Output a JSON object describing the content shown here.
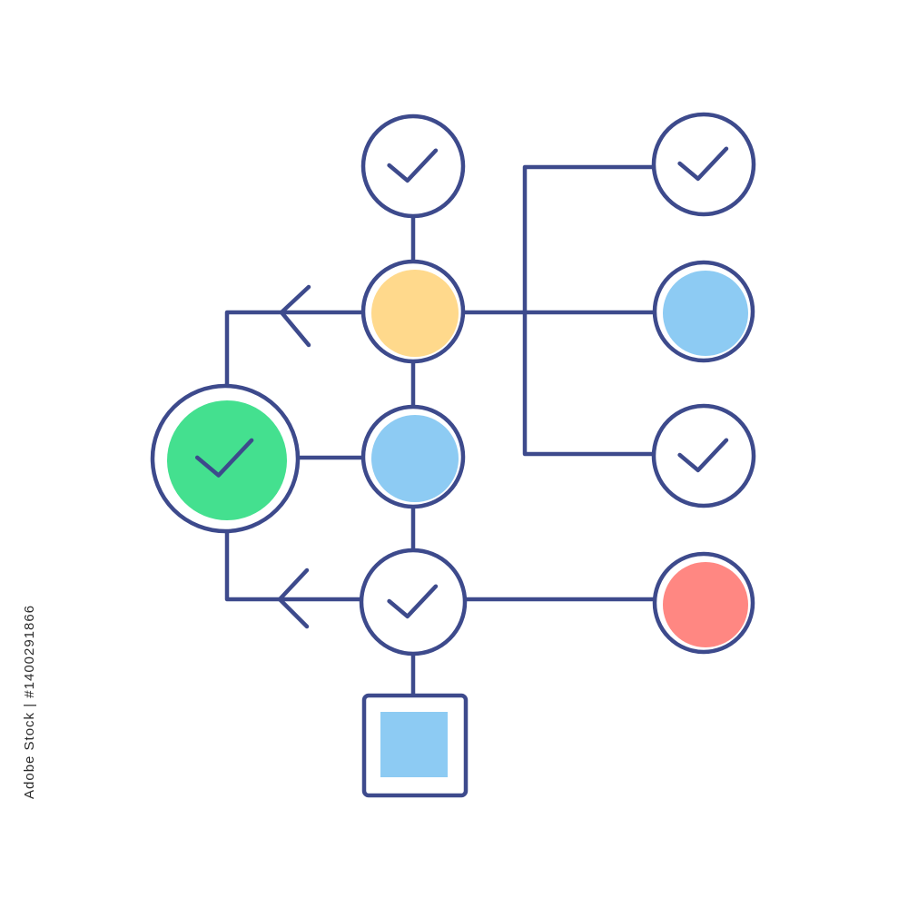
{
  "watermark_id": "Adobe Stock | #1400291866",
  "colors": {
    "stroke": "#3d4a8c",
    "green": "#44e08f",
    "yellow": "#ffd98c",
    "blue": "#8dcbf3",
    "red": "#ff8782",
    "white": "#ffffff"
  },
  "nodes": [
    {
      "id": "node-top-check",
      "shape": "circle",
      "fill": "white",
      "icon": "checkmark-icon"
    },
    {
      "id": "node-yellow",
      "shape": "circle",
      "fill": "yellow",
      "icon": null
    },
    {
      "id": "node-center-blue",
      "shape": "circle",
      "fill": "blue",
      "icon": null
    },
    {
      "id": "node-bottom-check",
      "shape": "circle",
      "fill": "white",
      "icon": "checkmark-icon"
    },
    {
      "id": "node-square",
      "shape": "square",
      "fill": "blue",
      "icon": null
    },
    {
      "id": "node-green-check",
      "shape": "circle",
      "fill": "green",
      "icon": "checkmark-icon"
    },
    {
      "id": "node-right-top-check",
      "shape": "circle",
      "fill": "white",
      "icon": "checkmark-icon"
    },
    {
      "id": "node-right-blue",
      "shape": "circle",
      "fill": "blue",
      "icon": null
    },
    {
      "id": "node-right-middle-check",
      "shape": "circle",
      "fill": "white",
      "icon": "checkmark-icon"
    },
    {
      "id": "node-right-red",
      "shape": "circle",
      "fill": "red",
      "icon": null
    }
  ],
  "edges": [
    {
      "from": "node-top-check",
      "to": "node-yellow"
    },
    {
      "from": "node-yellow",
      "to": "node-center-blue"
    },
    {
      "from": "node-center-blue",
      "to": "node-bottom-check"
    },
    {
      "from": "node-bottom-check",
      "to": "node-square"
    },
    {
      "from": "node-center-blue",
      "to": "node-green-check"
    },
    {
      "from": "node-yellow",
      "to": "node-green-check",
      "arrow": "left"
    },
    {
      "from": "node-bottom-check",
      "to": "node-green-check",
      "arrow": "left"
    },
    {
      "from": "node-yellow",
      "to": "node-right-blue"
    },
    {
      "from": "node-yellow",
      "to": "node-right-top-check"
    },
    {
      "from": "node-yellow",
      "to": "node-right-middle-check"
    },
    {
      "from": "node-bottom-check",
      "to": "node-right-red"
    }
  ]
}
